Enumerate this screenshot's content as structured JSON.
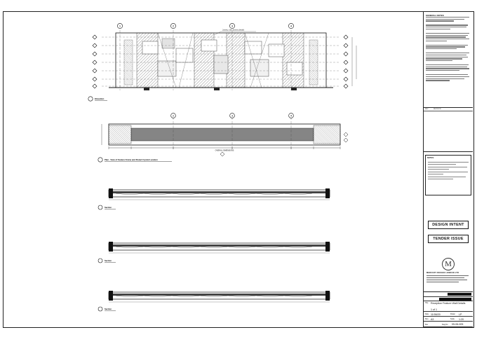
{
  "drawing": {
    "elevation_caption": "Elevation",
    "plan_caption": "Plan - View of Feature Frame and Fluted Crystal Location",
    "section_caption": "Section",
    "joinery_label": "Joinery, see Joinery details",
    "dimension_label": "OVERALL DIMENSIONS",
    "gridline_labels": [
      "1",
      "2",
      "3",
      "4"
    ],
    "level_labels": [
      "A",
      "B",
      "C",
      "D",
      "E",
      "F",
      "G"
    ]
  },
  "title_block": {
    "notes_heading": "GENERAL NOTES",
    "revision_columns": [
      "REV",
      "REVISION"
    ],
    "notes_box_heading": "NOTES:",
    "design_intent": "DESIGN INTENT",
    "tender_issue": "TENDER ISSUE",
    "logo_letter": "M",
    "company_name": "MERCURY DESIGN LONDON LTD",
    "title_label": "Title",
    "title": "Reception Feature Wall Details",
    "sheet": "1 of 1",
    "date_label": "Date",
    "date": "11/06/20",
    "drawn_label": "Drawn",
    "drawn": "LP",
    "size_label": "Size",
    "size": "A3",
    "scale_label": "Scale",
    "scale": "1:20",
    "rev_label": "Rev",
    "dwg_label": "Dwg No",
    "dwg_no": "05-06-005"
  }
}
